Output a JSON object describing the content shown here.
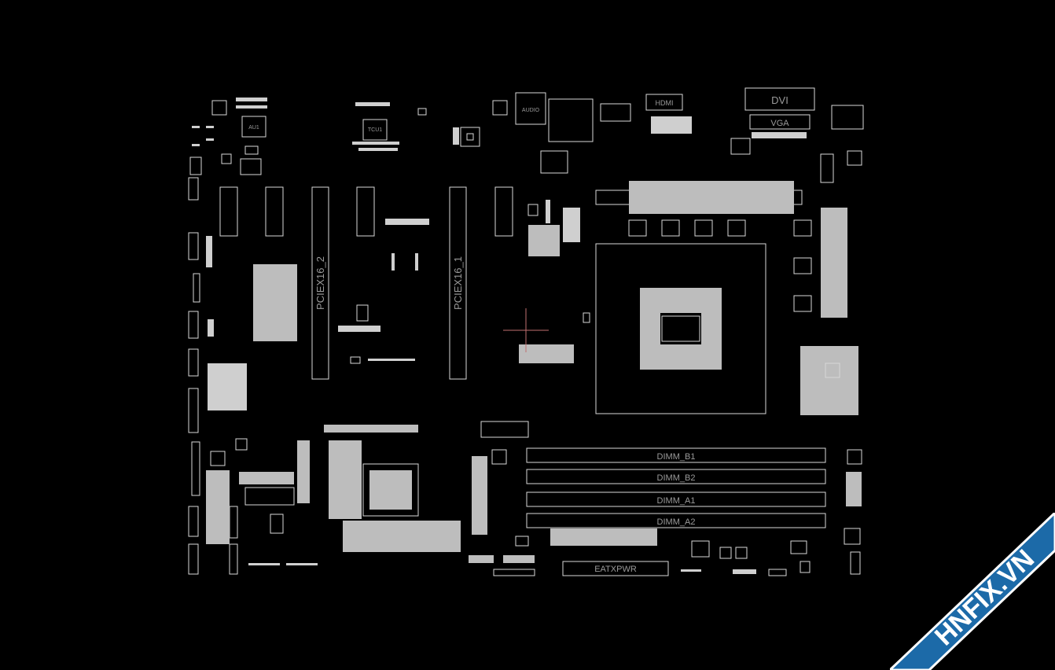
{
  "board": {
    "labels": {
      "pcie1": "PCIEX16_1",
      "pcie2": "PCIEX16_2",
      "dimm_b1": "DIMM_B1",
      "dimm_b2": "DIMM_B2",
      "dimm_a1": "DIMM_A1",
      "dimm_a2": "DIMM_A2",
      "power": "EATXPWR",
      "hdmi": "HDMI",
      "dvi": "DVI",
      "vga": "VGA",
      "audio": "AUDIO",
      "au1": "AU1",
      "tcu1": "TCU1"
    }
  },
  "watermark": {
    "text": "HNFIX.VN",
    "color": "#1c6aa8"
  }
}
